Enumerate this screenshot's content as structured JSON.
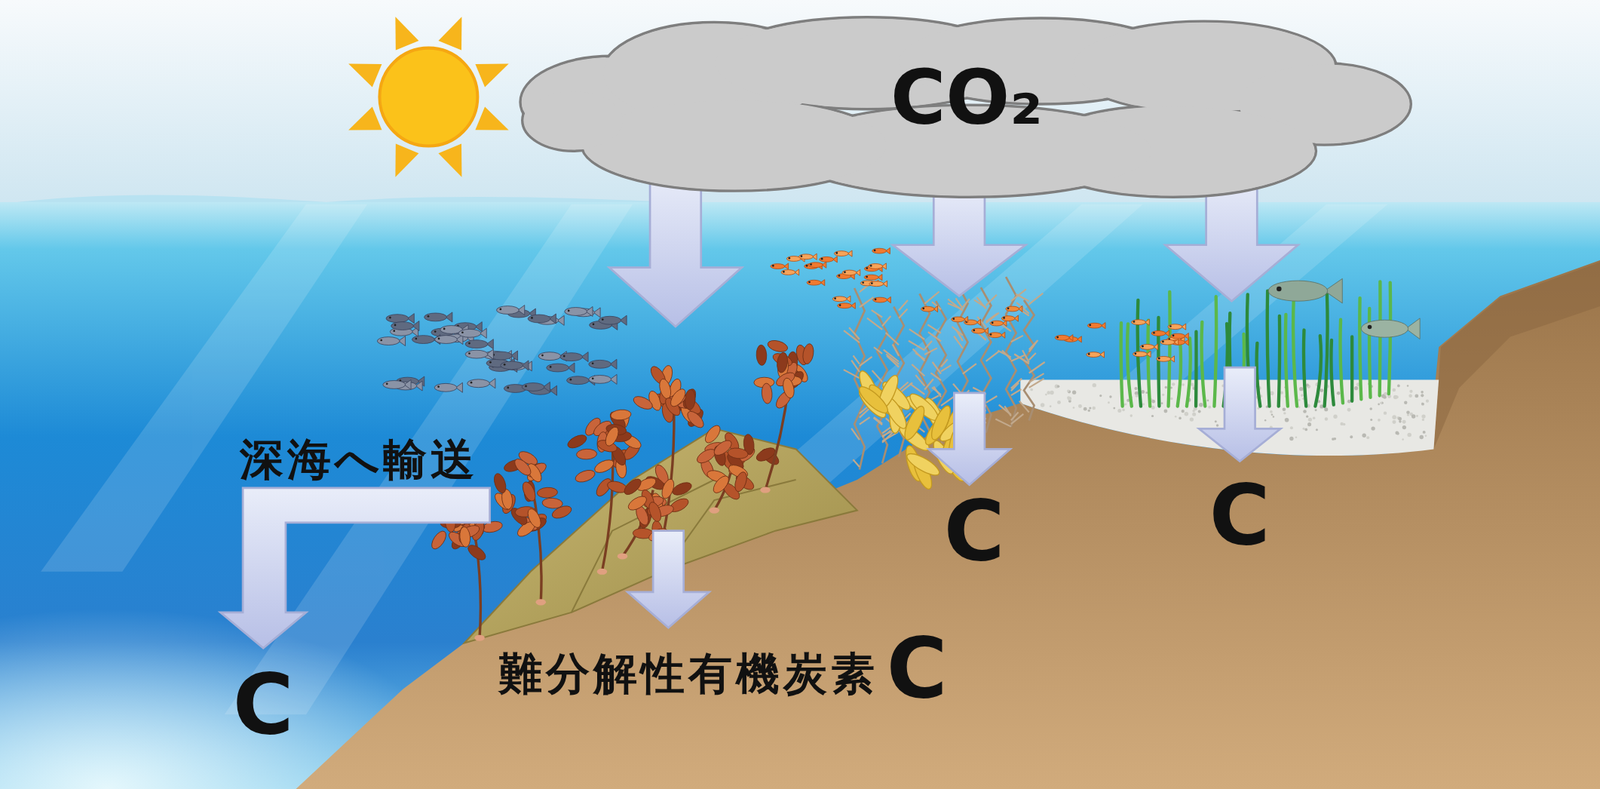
{
  "diagram": {
    "nodes": [
      {
        "text": [
          "CO₂"
        ]
      }
    ],
    "labels": [
      "深海へ輸送",
      "C",
      "C",
      "難分解性有機炭素",
      "C",
      "C"
    ]
  }
}
